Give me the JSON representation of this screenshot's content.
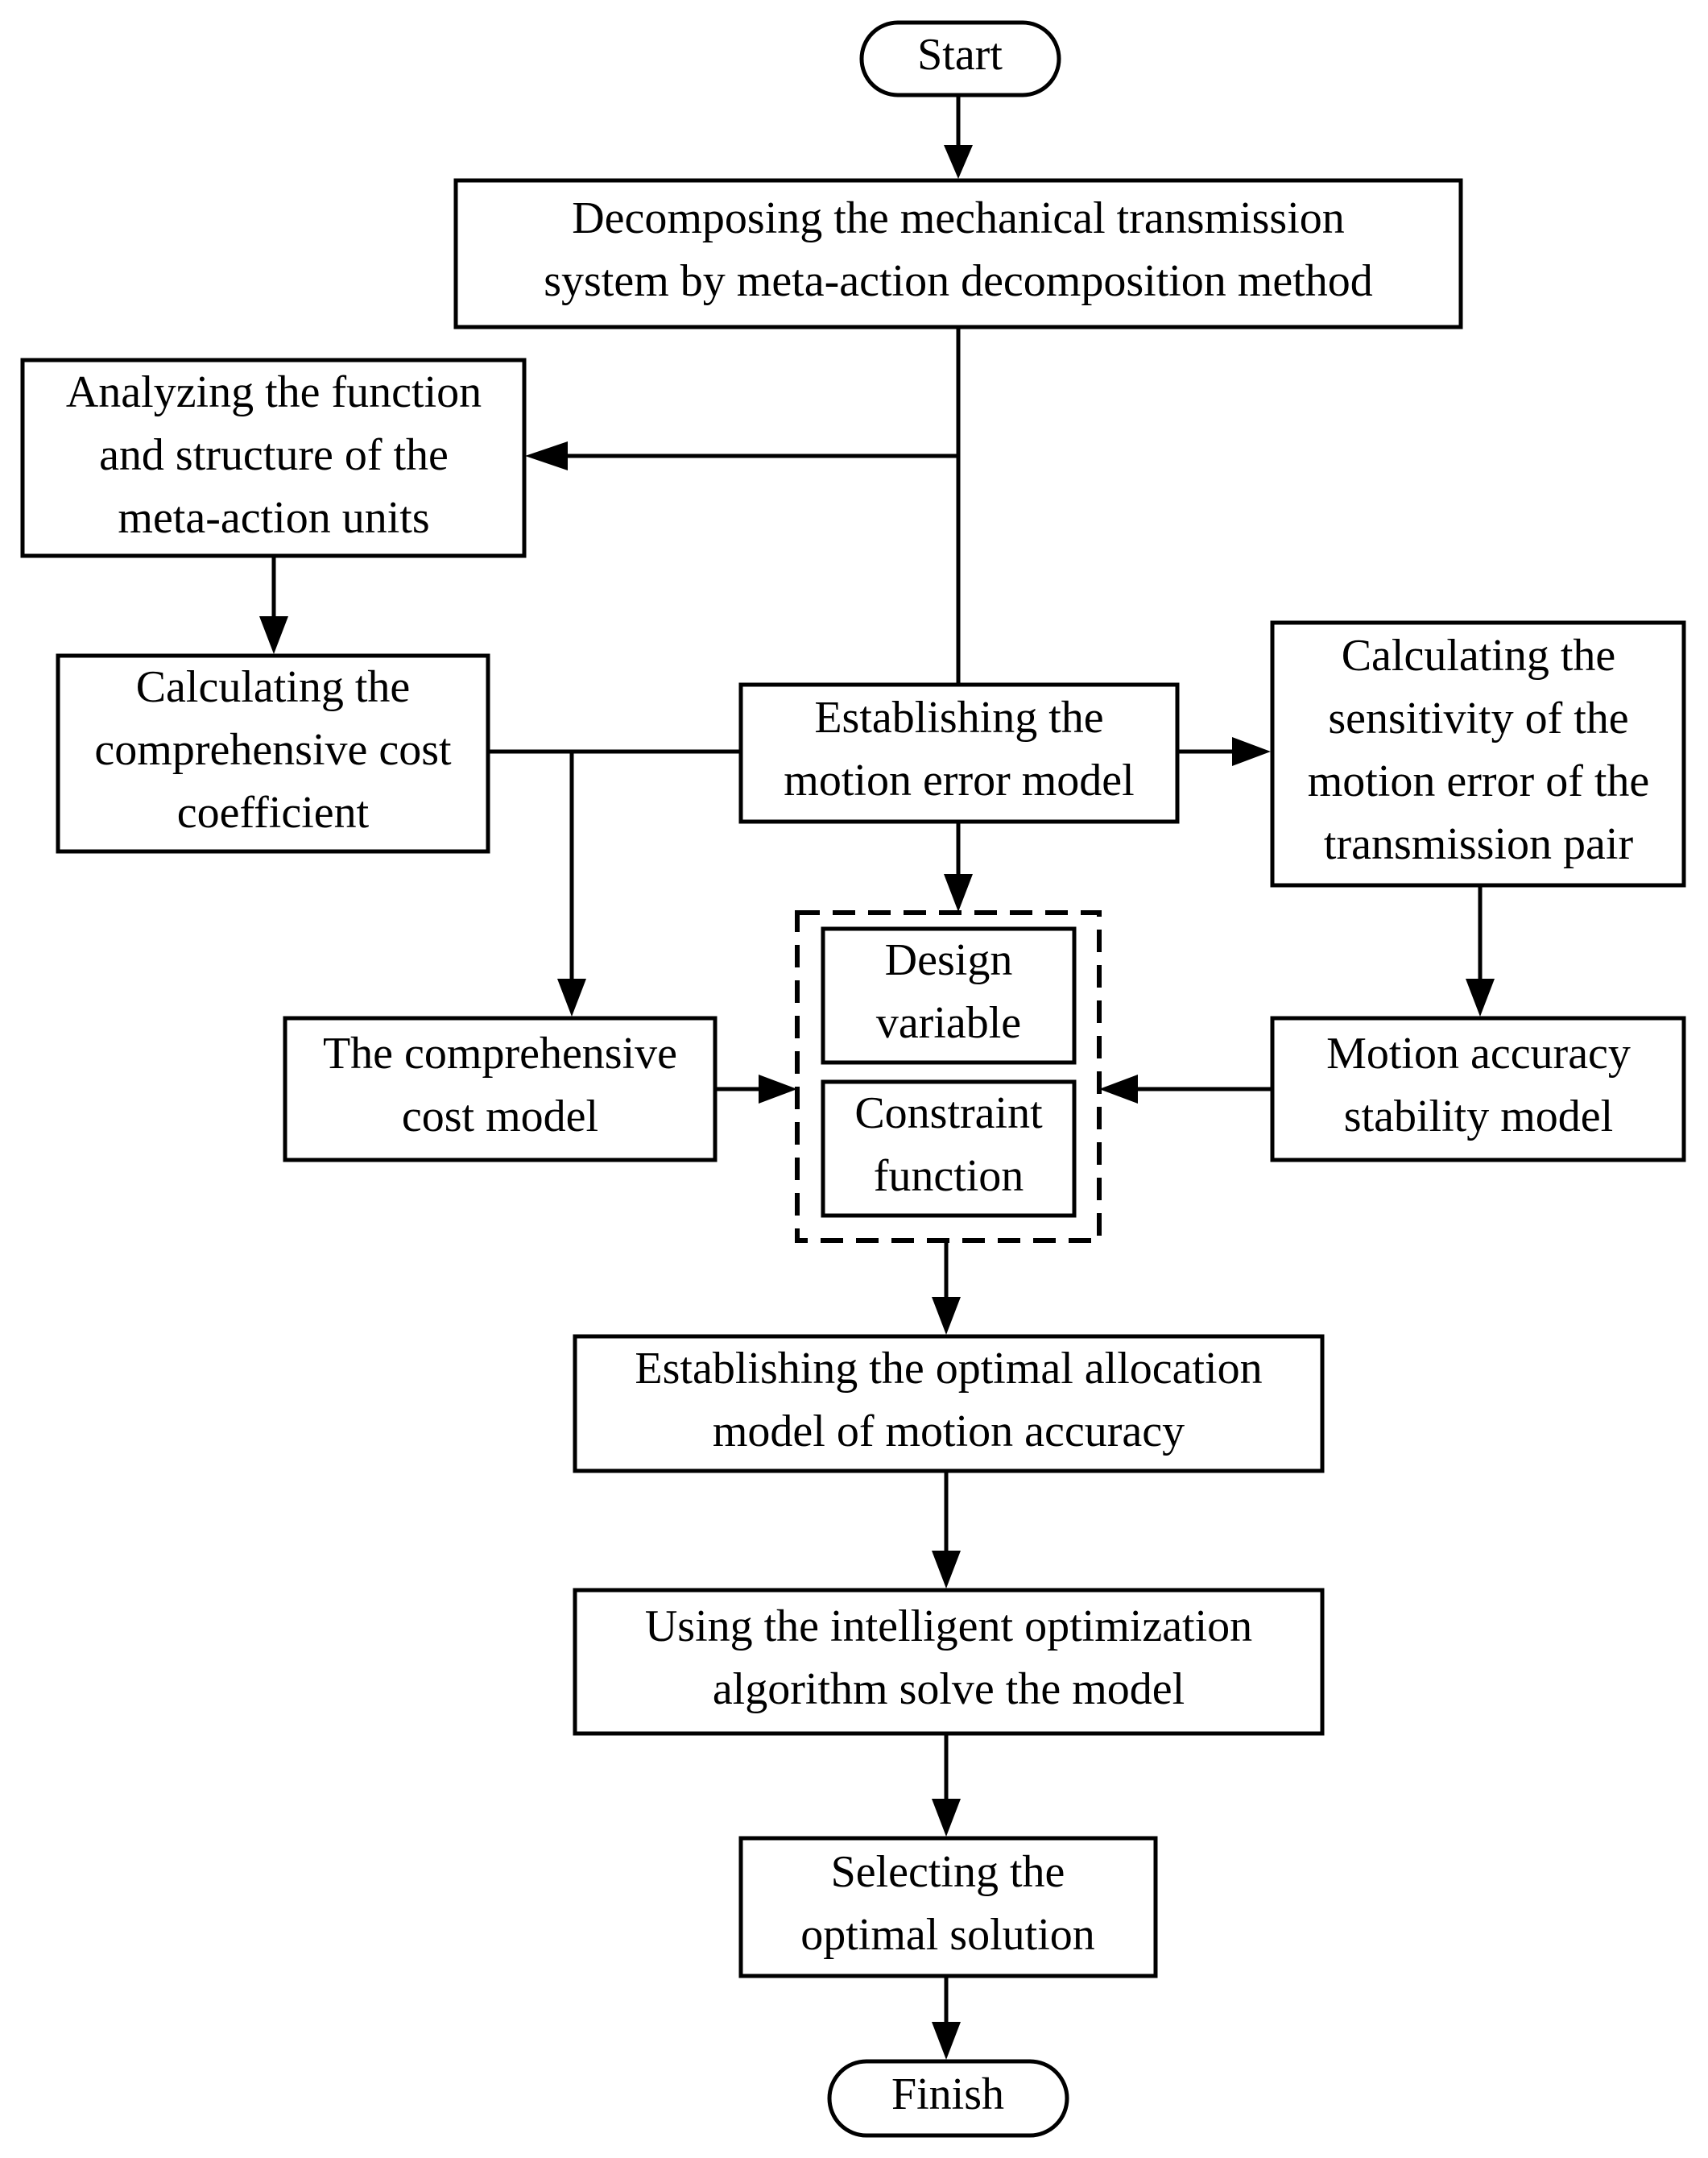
{
  "nodes": {
    "start": {
      "lines": [
        "Start"
      ]
    },
    "decompose": {
      "lines": [
        "Decomposing the mechanical transmission",
        "system by meta-action decomposition  method"
      ]
    },
    "analyze": {
      "lines": [
        "Analyzing the function",
        "and structure of the",
        "meta-action units"
      ]
    },
    "cost_coef": {
      "lines": [
        "Calculating the",
        "comprehensive cost",
        "coefficient"
      ]
    },
    "motion_error": {
      "lines": [
        "Establishing the",
        "motion error model"
      ]
    },
    "sensitivity": {
      "lines": [
        "Calculating the",
        "sensitivity of the",
        "motion error of the",
        "transmission pair"
      ]
    },
    "cost_model": {
      "lines": [
        "The comprehensive",
        "cost model"
      ]
    },
    "design_var": {
      "lines": [
        "Design",
        "variable"
      ]
    },
    "constraint": {
      "lines": [
        "Constraint",
        "function"
      ]
    },
    "stability": {
      "lines": [
        "Motion accuracy",
        "stability model"
      ]
    },
    "allocation": {
      "lines": [
        "Establishing the optimal allocation",
        "model of motion accuracy"
      ]
    },
    "solve": {
      "lines": [
        "Using the intelligent optimization",
        "algorithm solve the model"
      ]
    },
    "select": {
      "lines": [
        "Selecting the",
        "optimal solution"
      ]
    },
    "finish": {
      "lines": [
        "Finish"
      ]
    }
  }
}
